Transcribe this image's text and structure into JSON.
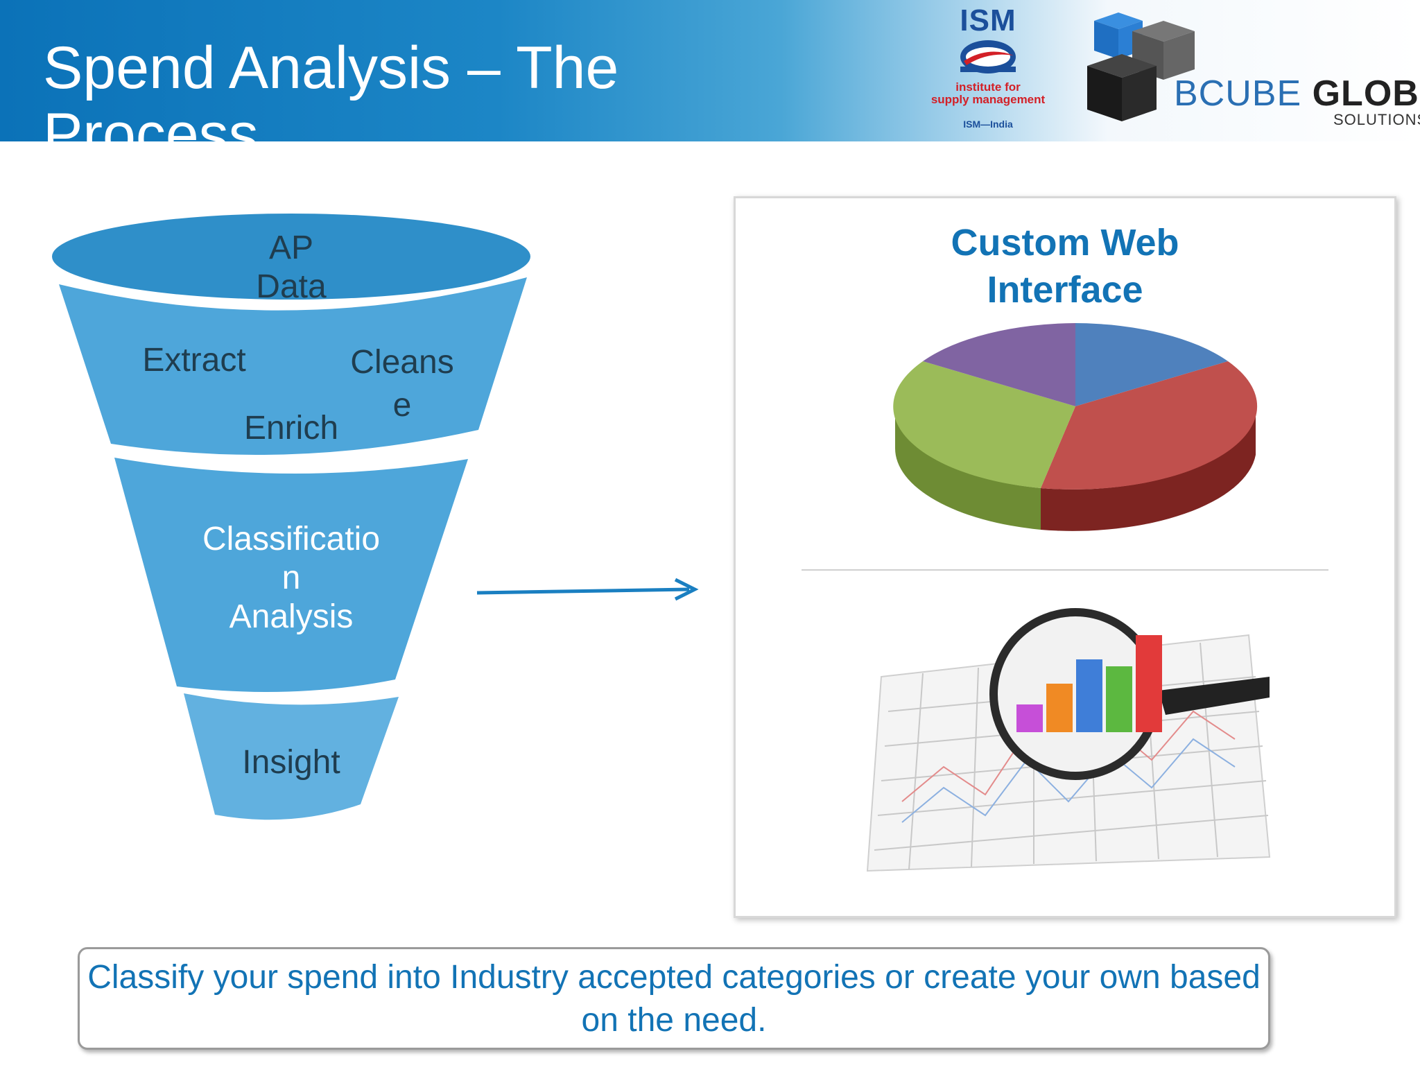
{
  "header": {
    "title": "Spend Analysis – The Process"
  },
  "logos": {
    "ism": {
      "wordmark": "ISM",
      "subtitle_line1": "institute for",
      "subtitle_line2": "supply management",
      "region": "ISM—India"
    },
    "bcube": {
      "name_part1": "BCUBE",
      "name_part2": "GLOBAL",
      "tagline": "SOLUTIONS"
    }
  },
  "funnel": {
    "top_label": "AP\nData",
    "stage1": {
      "extract": "Extract",
      "cleanse": "Cleans\ne",
      "enrich": "Enrich"
    },
    "stage2": "Classificatio\nn\nAnalysis",
    "stage3": "Insight"
  },
  "panel": {
    "title": "Custom Web\nInterface"
  },
  "caption": {
    "text": "Classify your spend into Industry accepted categories or create your own based on the need."
  },
  "colors": {
    "header_blue": "#0b72b8",
    "funnel_blue": "#4aa3d6",
    "title_blue": "#1273b5",
    "pie_blue": "#4f81bd",
    "pie_red": "#c0504d",
    "pie_green": "#9bbb59",
    "pie_purple": "#8064a2"
  }
}
